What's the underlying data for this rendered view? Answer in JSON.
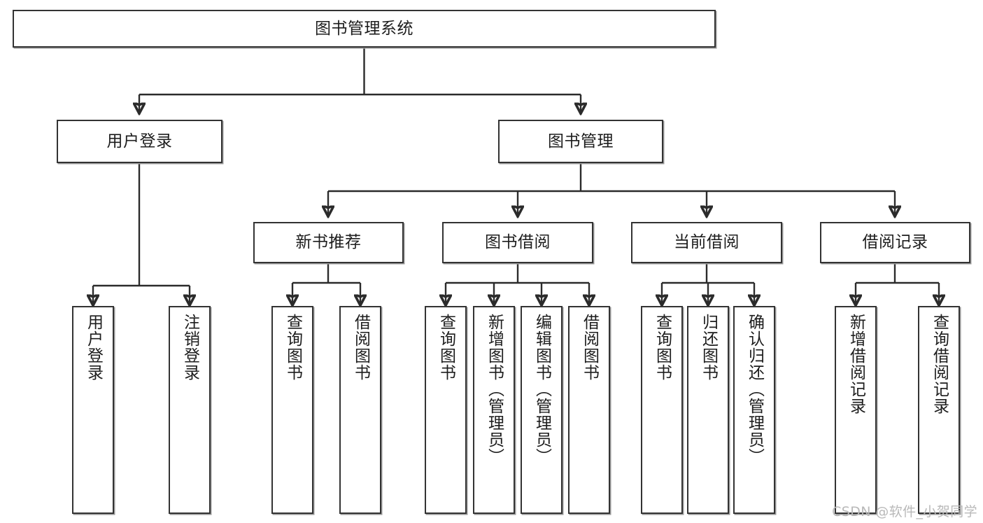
{
  "diagram": {
    "title": "图书管理系统",
    "type": "tree-hierarchy-chart",
    "watermark": "CSDN @软件_小贺同学",
    "colors": {
      "box_border": "#333333",
      "box_fill": "#ffffff",
      "connector": "#2b2b2b",
      "text": "#1d1d1d",
      "watermark": "#b9b9b9"
    }
  },
  "root": {
    "label": "图书管理系统"
  },
  "level2": [
    {
      "label": "用户登录"
    },
    {
      "label": "图书管理"
    }
  ],
  "level3": [
    {
      "label": "新书推荐"
    },
    {
      "label": "图书借阅"
    },
    {
      "label": "当前借阅"
    },
    {
      "label": "借阅记录"
    }
  ],
  "leaves": {
    "user_login": [
      {
        "label": "用户登录"
      },
      {
        "label": "注销登录"
      }
    ],
    "new_book_recommend": [
      {
        "label": "查询图书"
      },
      {
        "label": "借阅图书"
      }
    ],
    "book_borrow": [
      {
        "label": "查询图书"
      },
      {
        "label": "新增图书（管理员）"
      },
      {
        "label": "编辑图书（管理员）"
      },
      {
        "label": "借阅图书"
      }
    ],
    "current_borrow": [
      {
        "label": "查询图书"
      },
      {
        "label": "归还图书"
      },
      {
        "label": "确认归还（管理员）"
      }
    ],
    "borrow_record": [
      {
        "label": "新增借阅记录"
      },
      {
        "label": "查询借阅记录"
      }
    ]
  }
}
